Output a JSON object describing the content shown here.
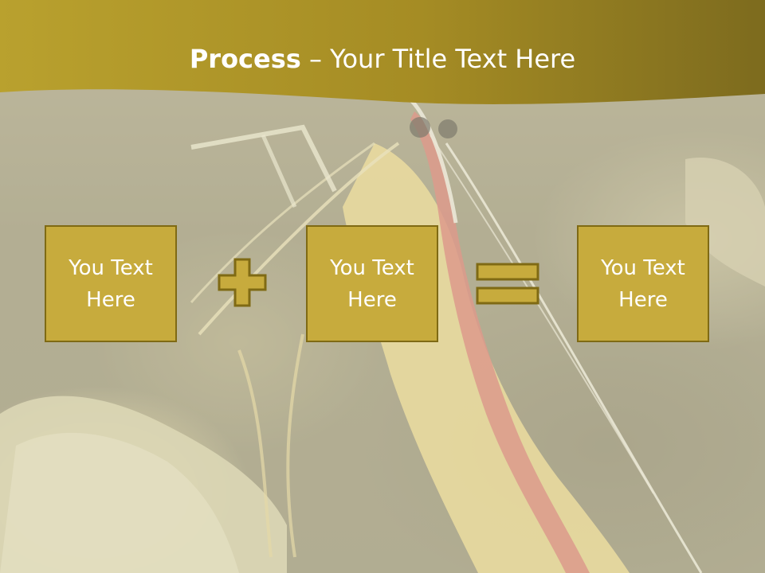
{
  "slide": {
    "title_bold": "Process",
    "title_rest": " – Your Title Text Here"
  },
  "process": {
    "boxes": [
      {
        "line1": "You Text",
        "line2": "Here"
      },
      {
        "line1": "You Text",
        "line2": "Here"
      },
      {
        "line1": "You Text",
        "line2": "Here"
      }
    ],
    "operators": [
      "plus-icon",
      "equals-icon"
    ]
  },
  "colors": {
    "title_band": "#b9a12d",
    "box_fill": "#c7ab3d",
    "box_border": "#7f6a14",
    "text": "#ffffff"
  }
}
